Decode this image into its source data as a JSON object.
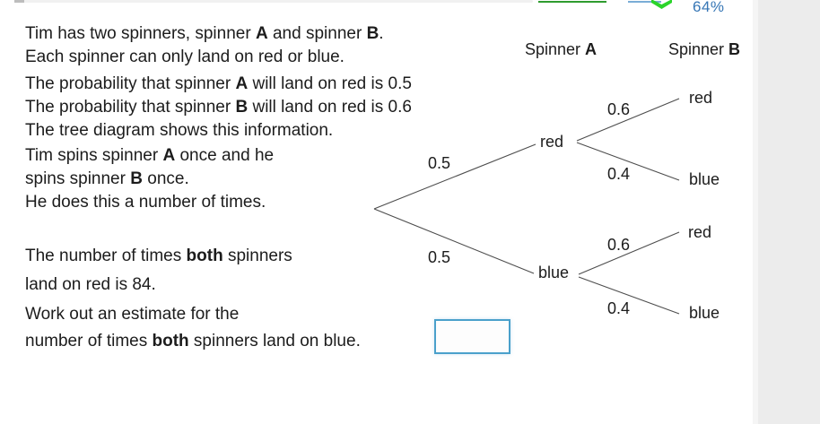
{
  "header": {
    "progress_label": "64%"
  },
  "problem": {
    "p1": {
      "l1": {
        "s1": "Tim has two spinners, spinner ",
        "b1": "A",
        "s2": " and spinner ",
        "b2": "B",
        "s3": "."
      },
      "l2": "Each spinner can only land on red or blue."
    },
    "p2": {
      "l1": {
        "s1": "The probability that spinner ",
        "b1": "A",
        "s2": " will land on red is 0.5"
      },
      "l2": {
        "s1": "The probability that spinner ",
        "b1": "B",
        "s2": " will land on red is 0.6"
      }
    },
    "p3": {
      "l1": "The tree diagram shows this information."
    },
    "p4": {
      "l1": {
        "s1": "Tim spins spinner ",
        "b1": "A",
        "s2": " once and he"
      },
      "l2": {
        "s1": "spins spinner ",
        "b1": "B",
        "s2": " once."
      },
      "l3": "He does this a number of times."
    },
    "p5": {
      "l1": {
        "s1": "The number of times ",
        "b1": "both",
        "s2": " spinners"
      },
      "l2": "land on red is 84."
    },
    "p6": {
      "l1": "Work out an estimate for the",
      "l2": {
        "s1": "number of times ",
        "b1": "both",
        "s2": " spinners land on blue."
      }
    }
  },
  "tree": {
    "spinner_a_header": {
      "text": "Spinner ",
      "bold": "A"
    },
    "spinner_b_header": {
      "text": "Spinner ",
      "bold": "B"
    },
    "level1": [
      {
        "prob": "0.5",
        "outcome": "red"
      },
      {
        "prob": "0.5",
        "outcome": "blue"
      }
    ],
    "level2_from_red": [
      {
        "prob": "0.6",
        "outcome": "red"
      },
      {
        "prob": "0.4",
        "outcome": "blue"
      }
    ],
    "level2_from_blue": [
      {
        "prob": "0.6",
        "outcome": "red"
      },
      {
        "prob": "0.4",
        "outcome": "blue"
      }
    ]
  },
  "answer_box": {
    "value": "",
    "placeholder": ""
  },
  "colors": {
    "progress_green": "#2f9c2f",
    "progress_blue": "#7aadd6",
    "arrow_green": "#2bd42b",
    "percent_blue": "#3676b5",
    "answer_border_blue": "#4aa0cb",
    "side_panel_gray": "#ececec",
    "tree_line_gray": "#4d4d4d"
  }
}
